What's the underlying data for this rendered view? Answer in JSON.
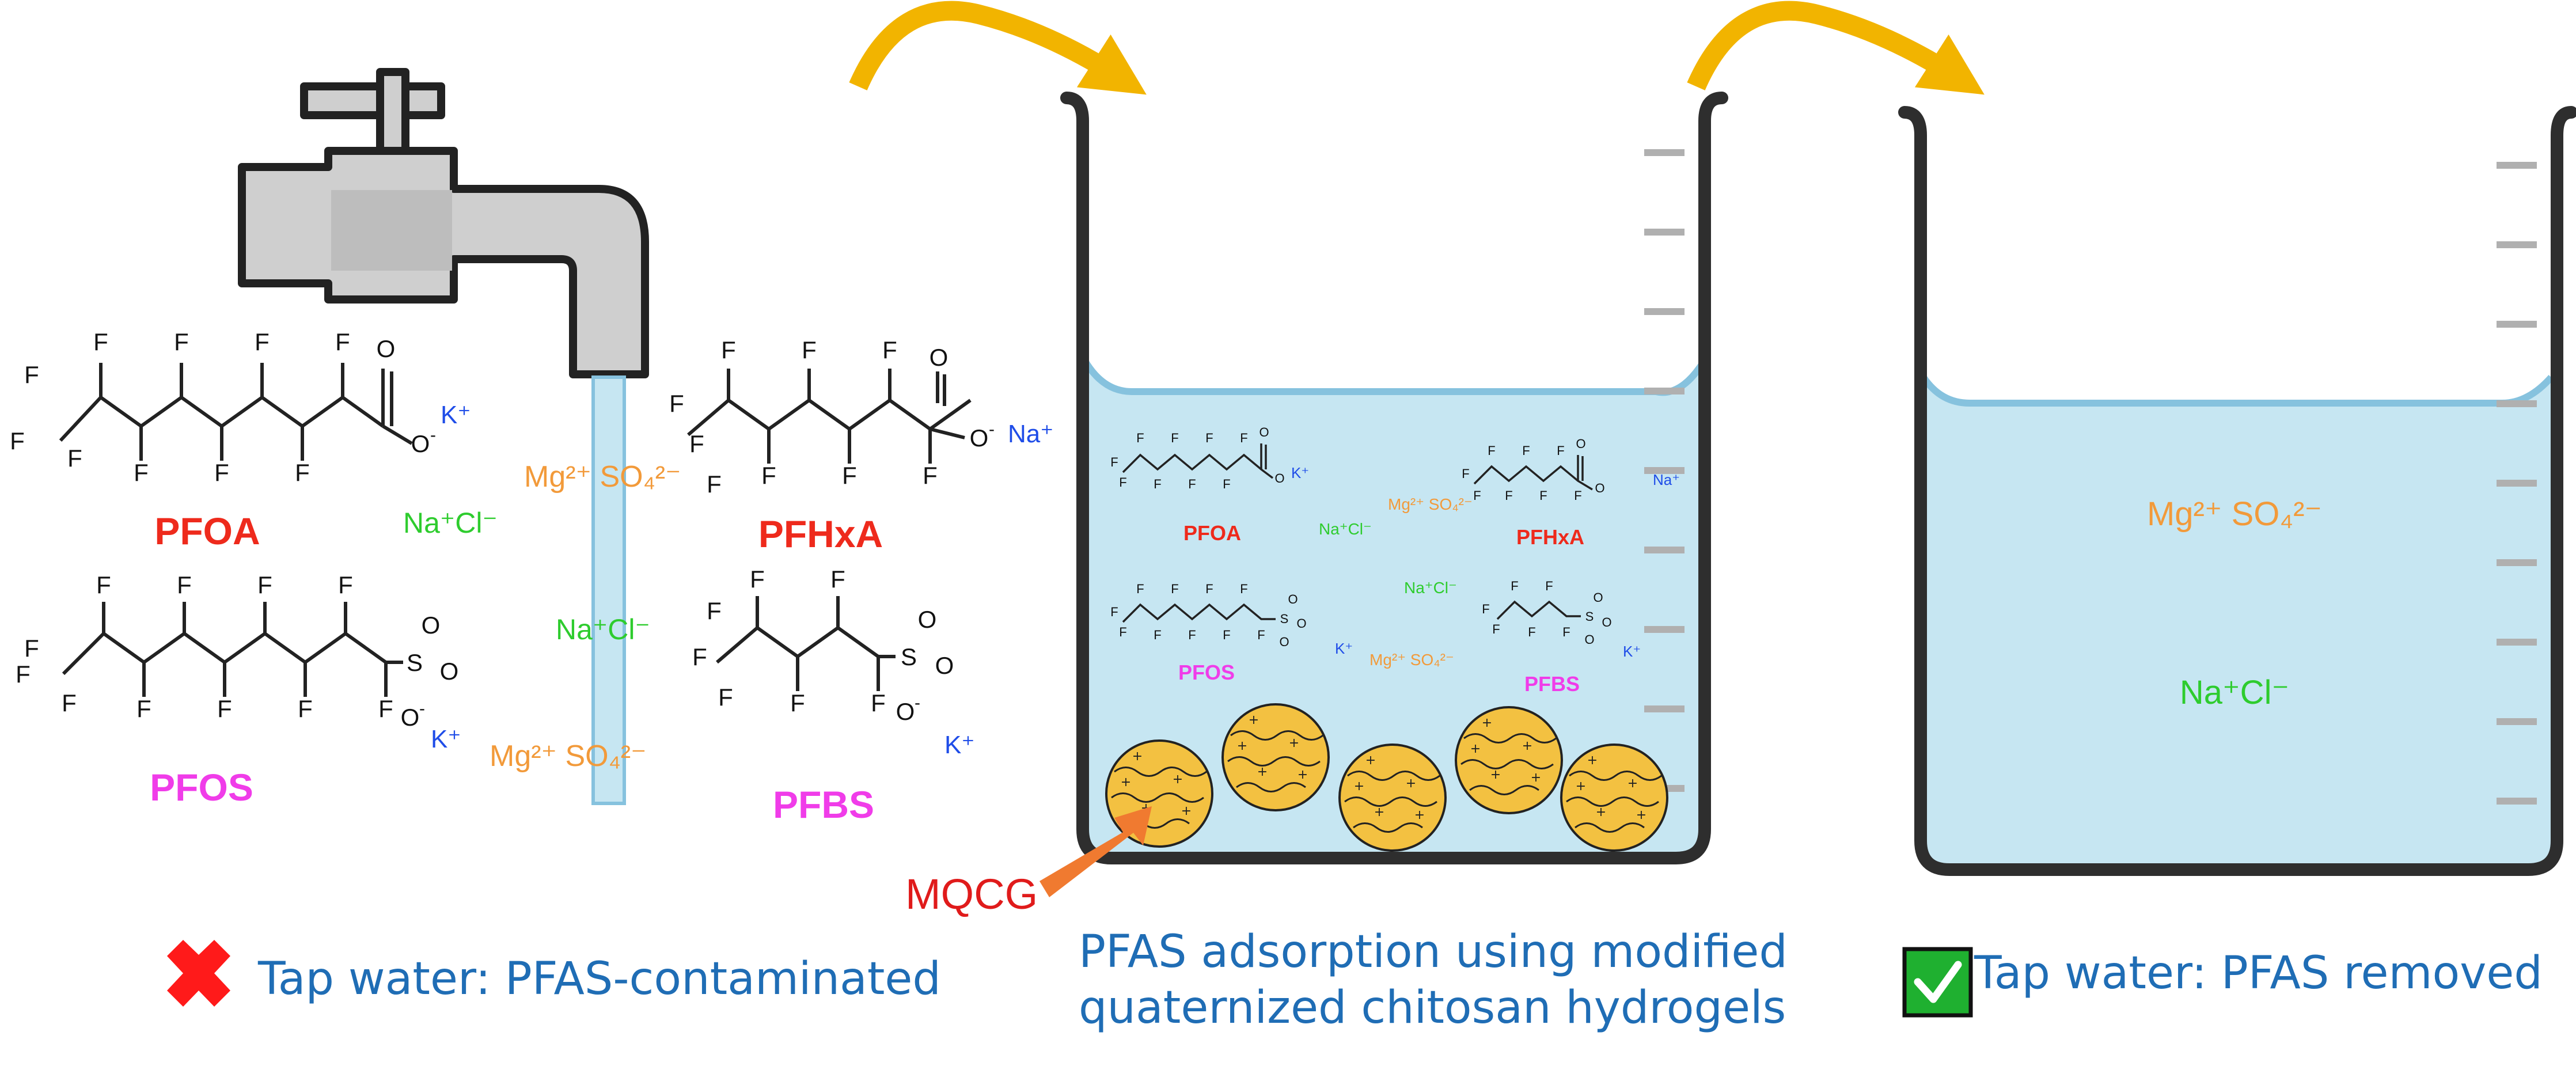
{
  "palette": {
    "water": "#c6e6f2",
    "water_edge": "#86c2de",
    "beaker_stroke": "#2e2e2e",
    "arrow_gold": "#f2b400",
    "hydrogel": "#f3c141",
    "pfoa_red": "#ee2a1c",
    "pfos_pink": "#f03ce9",
    "salt_orange": "#f29a3a",
    "salt_green": "#2ecc2e",
    "counterion_blue": "#1f4de8",
    "caption_blue": "#1f6db5",
    "mqcg_red": "#e01b1b",
    "mqcg_arrow": "#f07a30",
    "check_green": "#1fb030"
  },
  "tap": {
    "compounds": {
      "pfoa": "PFOA",
      "pfhxa": "PFHxA",
      "pfos": "PFOS",
      "pfbs": "PFBS"
    },
    "counterions": {
      "k": "K⁺",
      "na": "Na⁺"
    },
    "salts": {
      "mg_so4": "Mg²⁺ SO₄²⁻",
      "na_cl": "Na⁺Cl⁻"
    },
    "caption": "Tap water: PFAS-contaminated",
    "status_icon": "cross-icon"
  },
  "middle": {
    "compounds": {
      "pfoa": "PFOA",
      "pfhxa": "PFHxA",
      "pfos": "PFOS",
      "pfbs": "PFBS"
    },
    "counterions": {
      "k": "K⁺",
      "na": "Na⁺"
    },
    "salts": {
      "mg_so4": "Mg²⁺ SO₄²⁻",
      "na_cl": "Na⁺Cl⁻"
    },
    "hydrogel_label": "MQCG",
    "caption_line1": "PFAS adsorption using modified",
    "caption_line2": "quaternized chitosan hydrogels"
  },
  "right": {
    "salts": {
      "mg_so4": "Mg²⁺ SO₄²⁻",
      "na_cl": "Na⁺Cl⁻"
    },
    "caption": "Tap water: PFAS removed",
    "status_icon": "checkmark-icon"
  }
}
